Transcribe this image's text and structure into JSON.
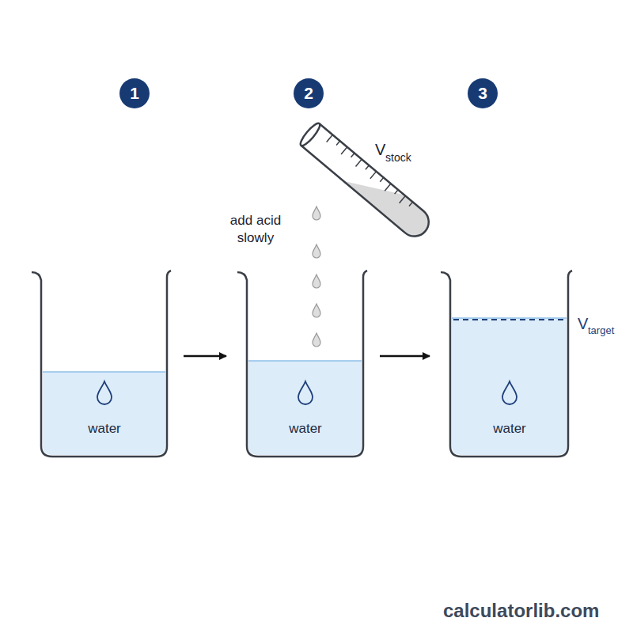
{
  "diagram": {
    "nodes": [
      {
        "text": [
          "1"
        ]
      },
      {
        "text": [
          "2"
        ]
      },
      {
        "text": [
          "3"
        ]
      },
      {
        "text": [
          "water"
        ]
      },
      {
        "text": [
          "water"
        ]
      },
      {
        "text": [
          "water"
        ]
      }
    ],
    "edges": [
      {
        "from": 3,
        "to": 4,
        "arrow": "to"
      },
      {
        "from": 4,
        "to": 5,
        "arrow": "to"
      }
    ],
    "labels": [
      "add acid slowly",
      "V",
      "stock",
      "V",
      "target",
      "calculatorlib.com"
    ]
  }
}
